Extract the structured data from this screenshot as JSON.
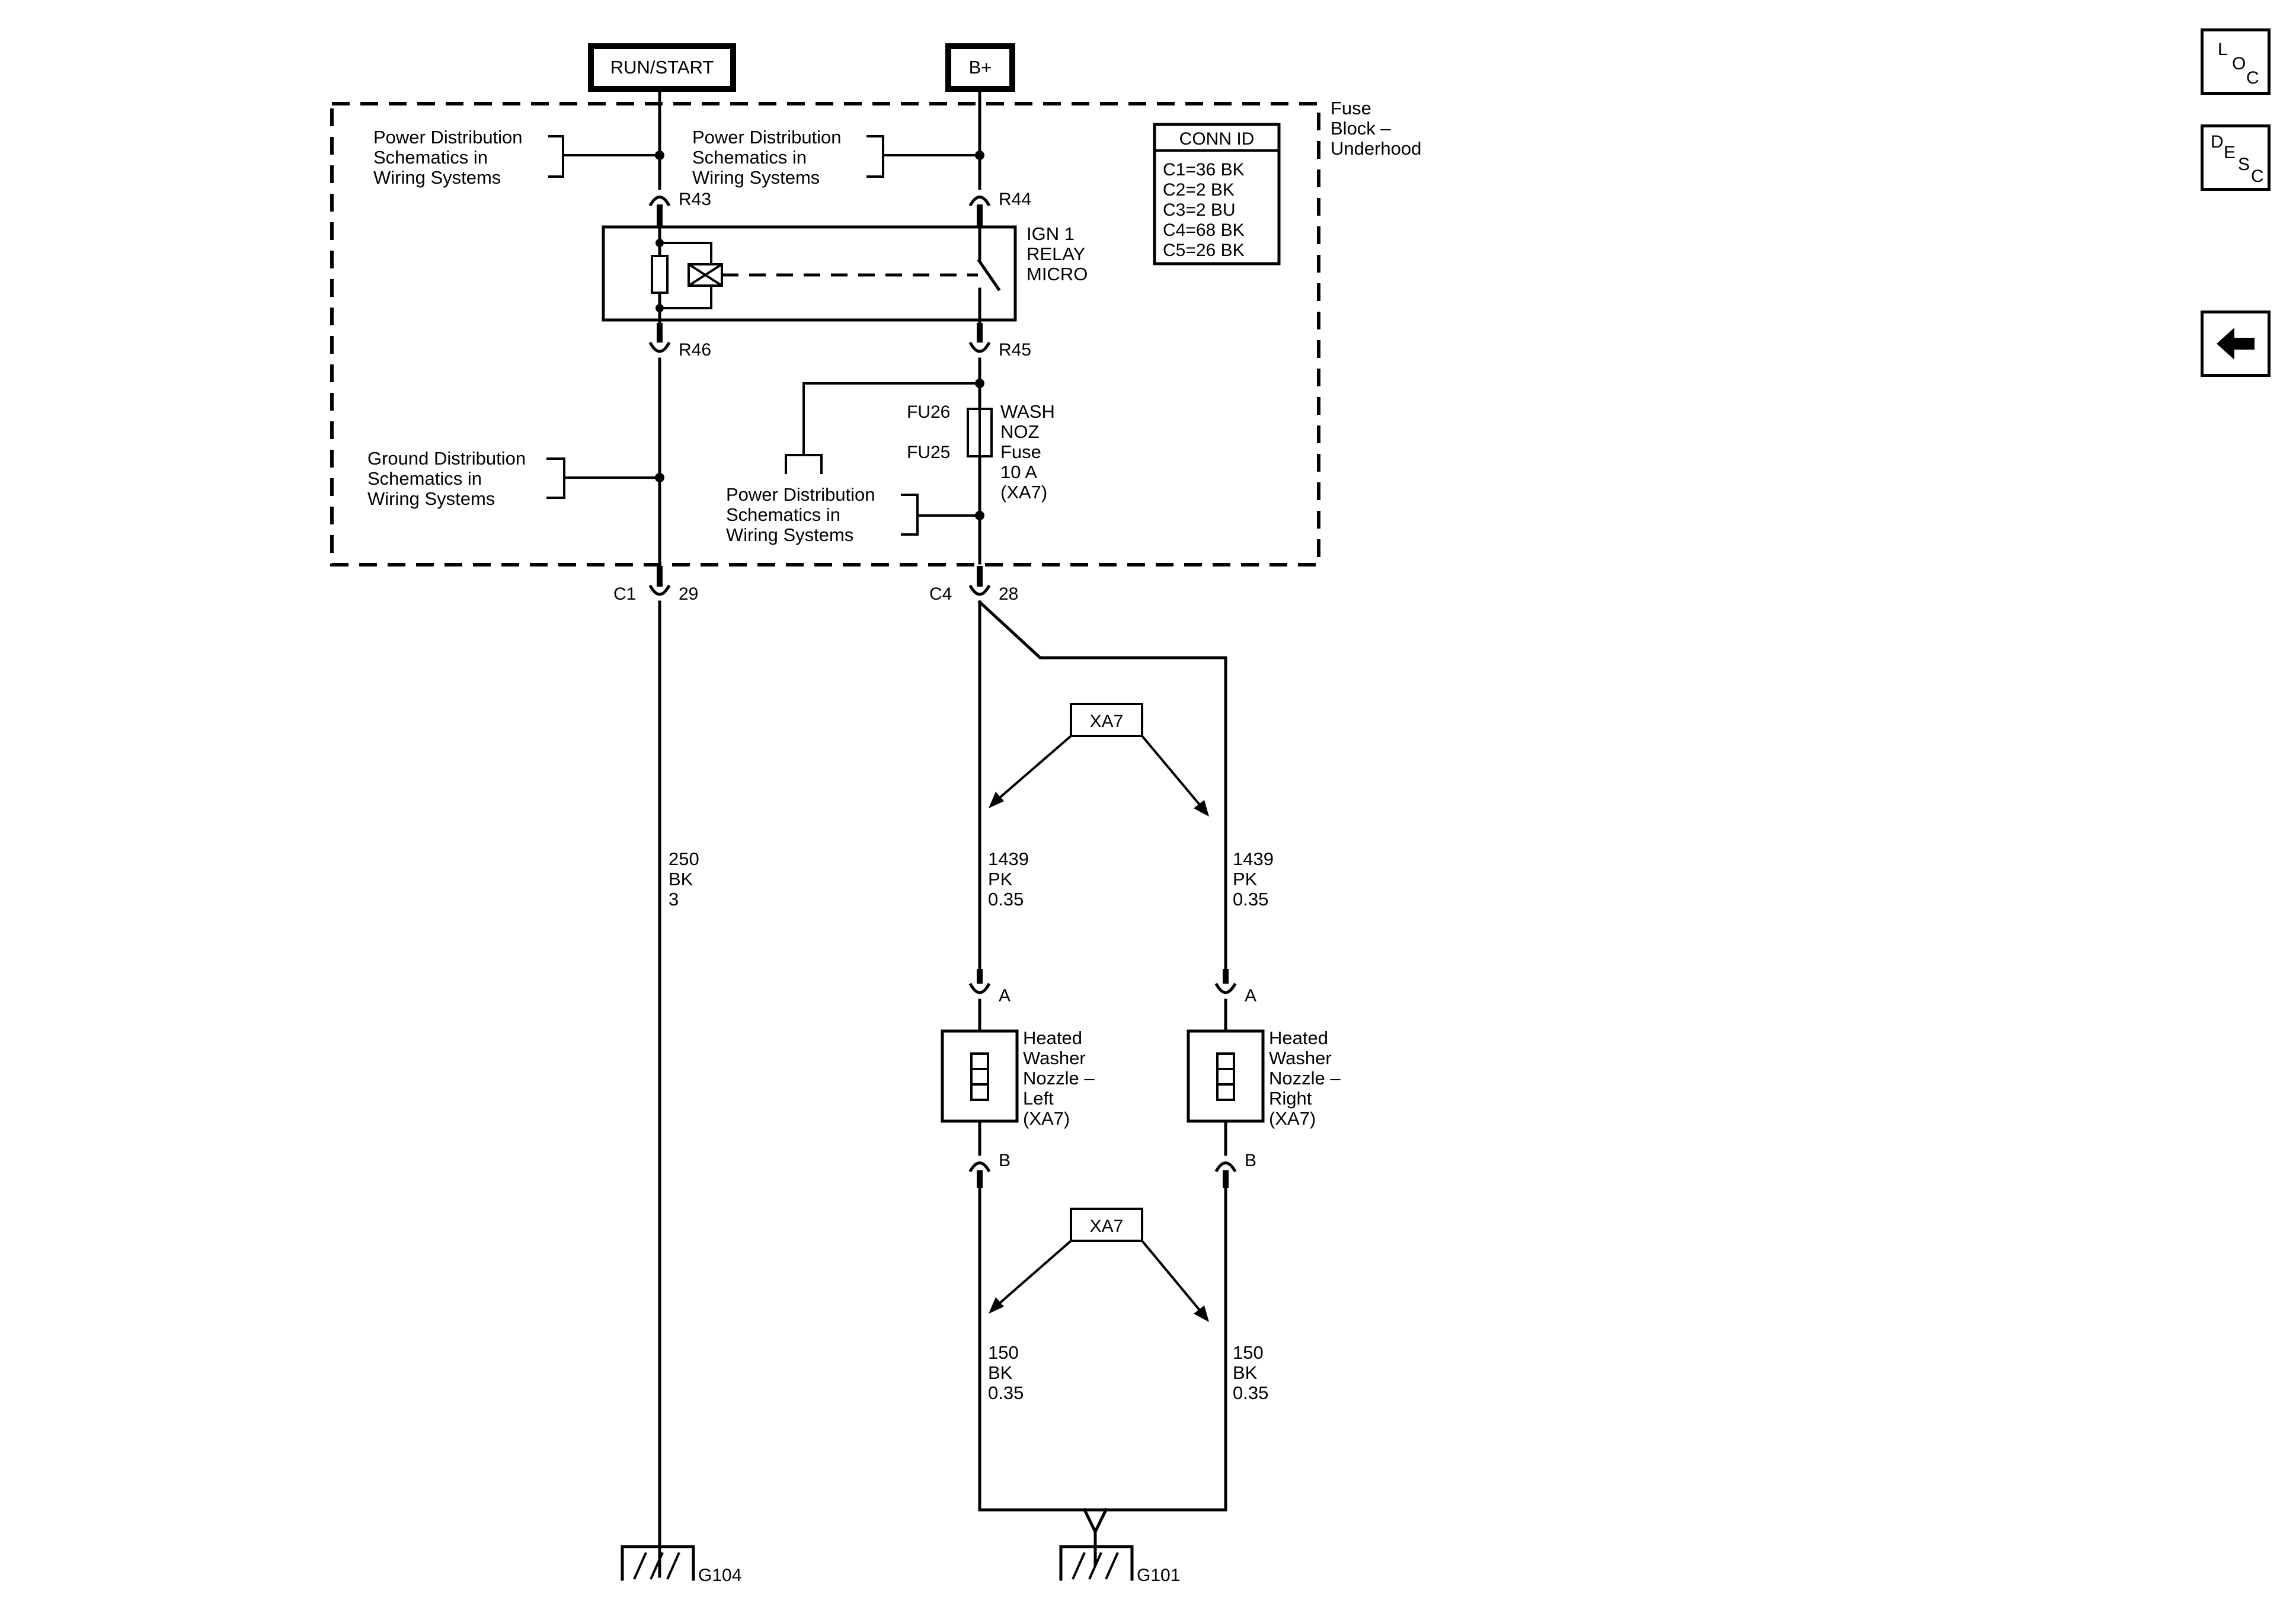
{
  "supplies": {
    "run_start": "RUN/START",
    "bplus": "B+"
  },
  "fuse_block": {
    "title": [
      "Fuse",
      "Block –",
      "Underhood"
    ]
  },
  "conn_id": {
    "title": "CONN ID",
    "rows": [
      "C1=36 BK",
      "C2=2 BK",
      "C3=2 BU",
      "C4=68 BK",
      "C5=26 BK"
    ]
  },
  "refs": {
    "power_left": [
      "Power Distribution",
      "Schematics in",
      "Wiring Systems"
    ],
    "power_mid": [
      "Power Distribution",
      "Schematics in",
      "Wiring Systems"
    ],
    "ground": [
      "Ground Distribution",
      "Schematics in",
      "Wiring Systems"
    ],
    "power_fuse": [
      "Power Distribution",
      "Schematics in",
      "Wiring Systems"
    ]
  },
  "terminals": {
    "r43": "R43",
    "r44": "R44",
    "r45": "R45",
    "r46": "R46"
  },
  "relay": {
    "label": [
      "IGN 1",
      "RELAY",
      "MICRO"
    ]
  },
  "fuse": {
    "top": "FU26",
    "bottom": "FU25",
    "label": [
      "WASH",
      "NOZ",
      "Fuse",
      "10 A",
      "(XA7)"
    ]
  },
  "connectors": {
    "c1": "C1",
    "c1_pin": "29",
    "c4": "C4",
    "c4_pin": "28"
  },
  "wires": {
    "ground_main": [
      "250",
      "BK",
      "3"
    ],
    "left_feed": [
      "1439",
      "PK",
      "0.35"
    ],
    "right_feed": [
      "1439",
      "PK",
      "0.35"
    ],
    "left_ground": [
      "150",
      "BK",
      "0.35"
    ],
    "right_ground": [
      "150",
      "BK",
      "0.35"
    ]
  },
  "options": {
    "upper": "XA7",
    "lower": "XA7"
  },
  "nozzle_left": {
    "pin_a": "A",
    "pin_b": "B",
    "label": [
      "Heated",
      "Washer",
      "Nozzle –",
      "Left",
      "(XA7)"
    ]
  },
  "nozzle_right": {
    "pin_a": "A",
    "pin_b": "B",
    "label": [
      "Heated",
      "Washer",
      "Nozzle –",
      "Right",
      "(XA7)"
    ]
  },
  "grounds": {
    "g104": "G104",
    "g101": "G101"
  },
  "nav": {
    "loc": [
      "L",
      "O",
      "C"
    ],
    "desc": [
      "D",
      "E",
      "S",
      "C"
    ]
  }
}
